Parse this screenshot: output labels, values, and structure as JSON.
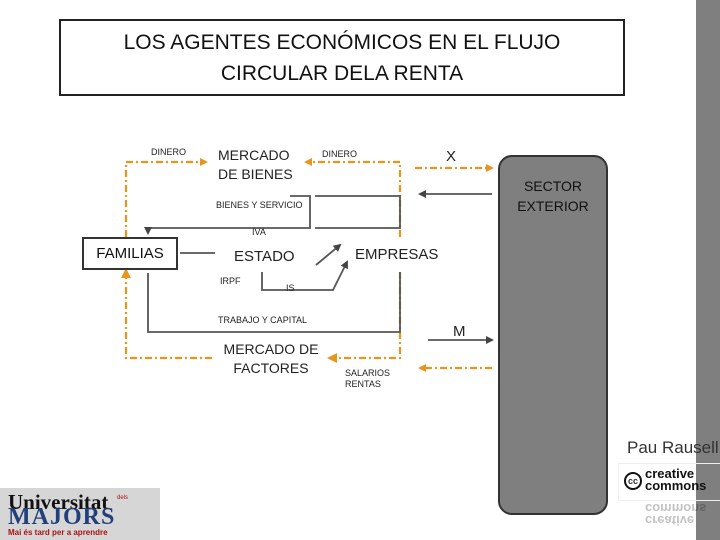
{
  "title": "LOS AGENTES ECONÓMICOS EN EL FLUJO CIRCULAR DELA RENTA",
  "nodes": {
    "familias": "FAMILIAS",
    "mercado_bienes": "MERCADO DE BIENES",
    "estado": "ESTADO",
    "empresas": "EMPRESAS",
    "mercado_factores": "MERCADO DE FACTORES",
    "sector_exterior": "SECTOR EXTERIOR"
  },
  "flow_labels": {
    "dinero_left": "DINERO",
    "dinero_right": "DINERO",
    "x": "X",
    "bienes_servicio": "BIENES Y SERVICIO",
    "iva": "IVA",
    "irpf": "IRPF",
    "is": "IS",
    "trabajo_capital": "TRABAJO Y CAPITAL",
    "m": "M",
    "salarios_rentas": "SALARIOS RENTAS"
  },
  "footer": {
    "author": "Pau Rausell",
    "license": "creative commons",
    "university_logo": "Universitat dels MAJORS Mai és tard per a aprendre"
  },
  "colors": {
    "flow_solid": "#555555",
    "flow_dashed": "#e8951f",
    "sector_fill": "#7f7f7f"
  }
}
